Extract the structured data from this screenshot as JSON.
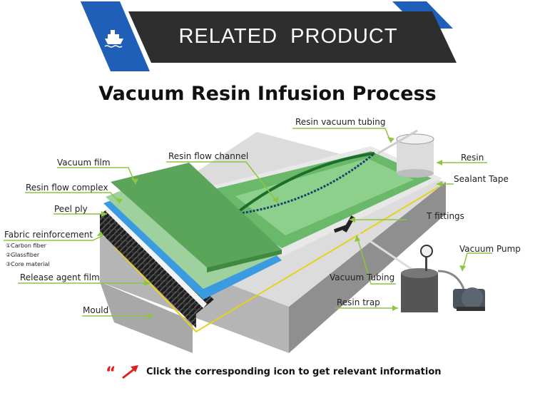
{
  "banner": {
    "title": "RELATED  PRODUCT",
    "icon": "ship-icon"
  },
  "diagram": {
    "title": "Vacuum Resin Infusion Process",
    "labels": {
      "resin_vacuum_tubing": "Resin vacuum tubing",
      "resin_flow_channel": "Resin flow channel",
      "resin": "Resin",
      "vacuum_film": "Vacuum film",
      "sealant_tape": "Sealant Tape",
      "resin_flow_complex": "Resin flow complex",
      "peel_ply": "Peel ply",
      "t_fittings": "T fittings",
      "fabric_reinforcement": "Fabric reinforcement",
      "vacuum_pump": "Vacuum Pump",
      "release_agent_film": "Release agent film",
      "vacuum_tubing": "Vacuum Tubing",
      "resin_trap": "Resin trap",
      "mould": "Mould"
    },
    "fabric_options": [
      "①Carbon fiber",
      "②Glassfiber",
      "③Core material"
    ]
  },
  "footer": {
    "text": "Click the corresponding icon to get relevant information",
    "icon": "quote-arrow-icon"
  },
  "colors": {
    "banner_dark": "#2b2b2b",
    "banner_blue": "#1f5fb8",
    "leader_green": "#8cc63f",
    "film_green": "#5aa55a",
    "peel_blue": "#3b9be0",
    "accent_red": "#e02020"
  }
}
